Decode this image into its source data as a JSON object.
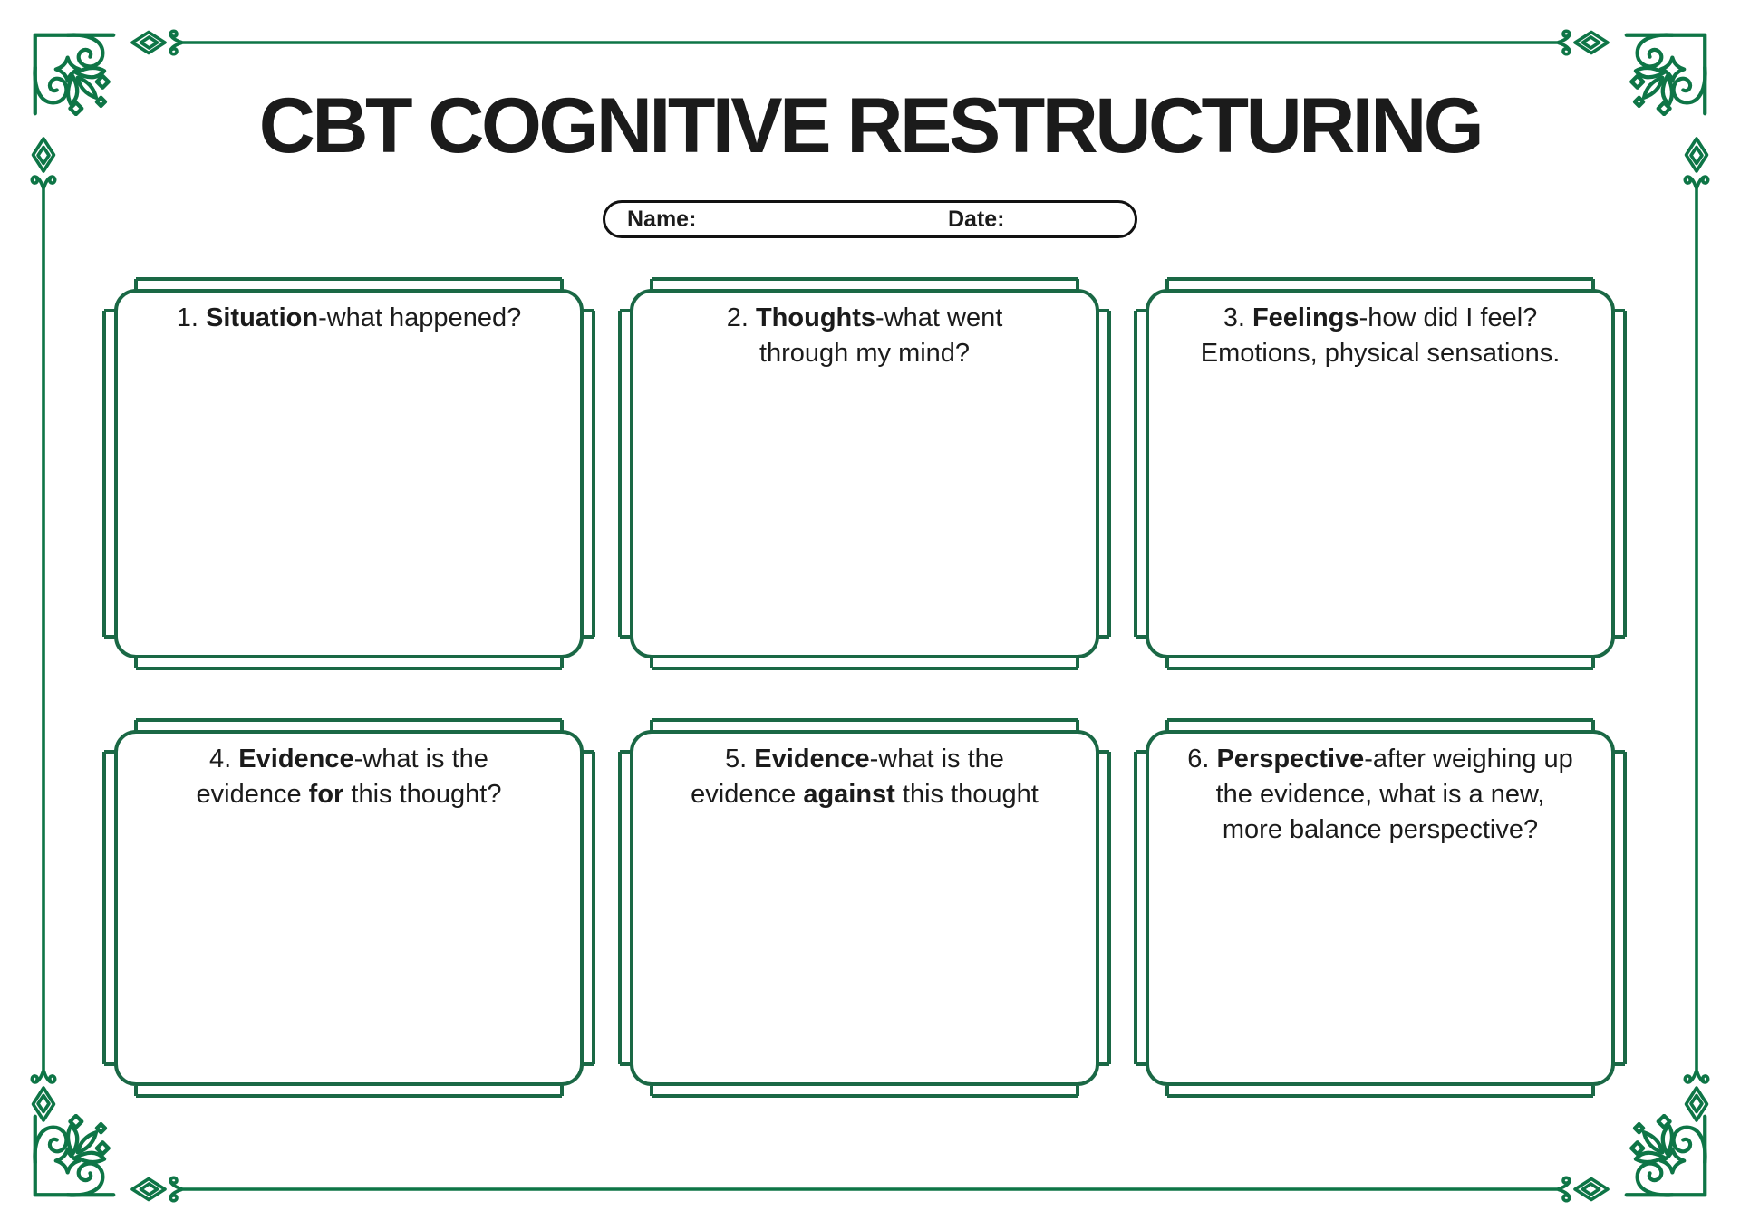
{
  "page": {
    "title": "CBT COGNITIVE RESTRUCTURING"
  },
  "name_date": {
    "name_label": "Name:",
    "date_label": "Date:"
  },
  "boxes": [
    {
      "id": "situation",
      "segments": [
        {
          "t": "1. ",
          "b": false
        },
        {
          "t": "Situation",
          "b": true
        },
        {
          "t": "-what happened?",
          "b": false
        }
      ]
    },
    {
      "id": "thoughts",
      "segments": [
        {
          "t": "2. ",
          "b": false
        },
        {
          "t": "Thoughts",
          "b": true
        },
        {
          "t": "-what went\nthrough my mind?",
          "b": false
        }
      ]
    },
    {
      "id": "feelings",
      "segments": [
        {
          "t": "3. ",
          "b": false
        },
        {
          "t": "Feelings",
          "b": true
        },
        {
          "t": "-how did I feel?\nEmotions, physical sensations.",
          "b": false
        }
      ]
    },
    {
      "id": "evidence-for",
      "segments": [
        {
          "t": "4. ",
          "b": false
        },
        {
          "t": "Evidence",
          "b": true
        },
        {
          "t": "-what is the\nevidence ",
          "b": false
        },
        {
          "t": "for",
          "b": true
        },
        {
          "t": " this thought?",
          "b": false
        }
      ]
    },
    {
      "id": "evidence-against",
      "segments": [
        {
          "t": "5. ",
          "b": false
        },
        {
          "t": "Evidence",
          "b": true
        },
        {
          "t": "-what is the\nevidence ",
          "b": false
        },
        {
          "t": "against",
          "b": true
        },
        {
          "t": " this thought",
          "b": false
        }
      ]
    },
    {
      "id": "perspective",
      "segments": [
        {
          "t": "6. ",
          "b": false
        },
        {
          "t": "Perspective",
          "b": true
        },
        {
          "t": "-after weighing up\nthe evidence, what is a new,\nmore balance perspective?",
          "b": false
        }
      ]
    }
  ],
  "decorations": {
    "corner_icon": "floral-corner-flourish-icon",
    "edge_finial_icon": "diamond-curl-finial-icon",
    "border_line_icon": "thin-rule-line"
  },
  "colors": {
    "background": "#FFFFFF",
    "ornament_green": "#0E7546",
    "frame_green": "#1A6845",
    "text": "#1B1B1B",
    "pill_border": "#111111"
  }
}
